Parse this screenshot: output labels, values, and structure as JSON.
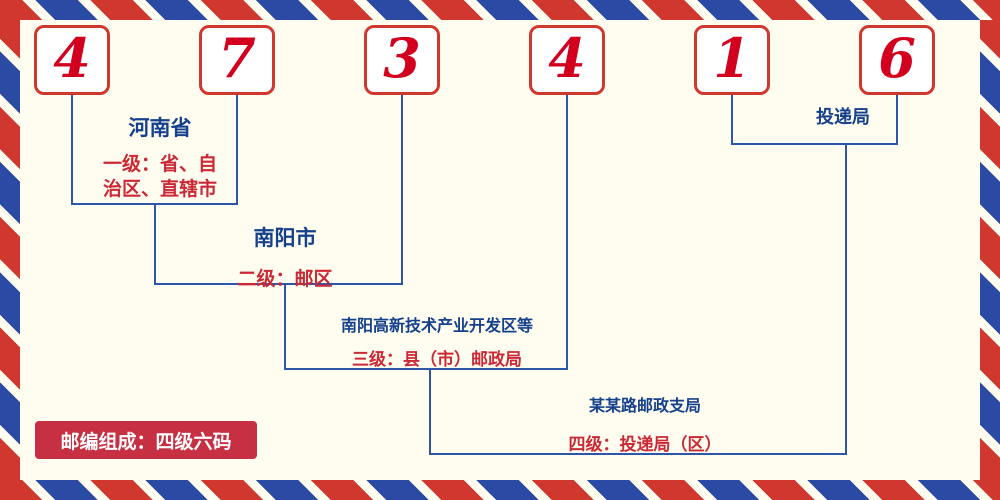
{
  "postal_code": {
    "digits": [
      "4",
      "7",
      "3",
      "4",
      "1",
      "6"
    ]
  },
  "labels": {
    "level1_name": "河南省",
    "level1_desc1": "一级：省、自",
    "level1_desc2": "治区、直辖市",
    "level2_name": "南阳市",
    "level2_desc": "二级：邮区",
    "level3_name": "南阳高新技术产业开发区等",
    "level3_desc": "三级：县（市）邮政局",
    "level4_name": "某某路邮政支局",
    "level4_desc": "四级：投递局（区）",
    "delivery_name": "投递局"
  },
  "footer": {
    "composition": "邮编组成：四级六码"
  },
  "colors": {
    "stripe_red": "#d0372e",
    "stripe_blue": "#2a4aa4",
    "digit_red": "#d2001e",
    "label_blue": "#15408c",
    "label_red": "#cb2936",
    "line_blue": "#2d55a8",
    "badge_red": "#c73043",
    "background": "#fffdf0"
  }
}
